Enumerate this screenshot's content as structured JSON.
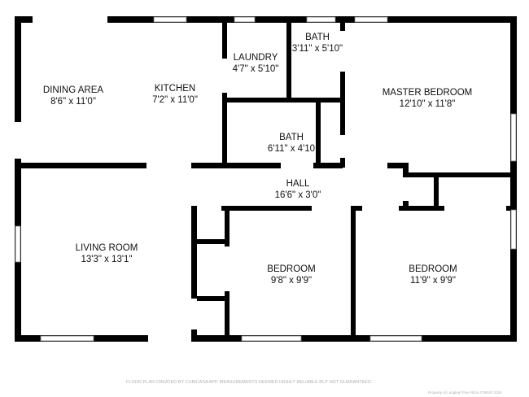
{
  "rooms": [
    {
      "name": "DINING AREA",
      "size": "8'6\" x 11'0\""
    },
    {
      "name": "KITCHEN",
      "size": "7'2\" x 11'0\""
    },
    {
      "name": "LAUNDRY",
      "size": "4'7\" x 5'10\""
    },
    {
      "name": "BATH",
      "size": "3'11\" x 5'10\""
    },
    {
      "name": "MASTER BEDROOM",
      "size": "12'10\" x 11'8\""
    },
    {
      "name": "BATH",
      "size": "6'11\" x 4'10"
    },
    {
      "name": "HALL",
      "size": "16'6\" x 3'0\""
    },
    {
      "name": "LIVING ROOM",
      "size": "13'3\" x 13'1\""
    },
    {
      "name": "BEDROOM",
      "size": "9'8\" x 9'9\""
    },
    {
      "name": "BEDROOM",
      "size": "11'9\" x 9'9\""
    }
  ],
  "footer": {
    "disclaimer": "FLOOR PLAN CREATED BY CUBICASA APP. MEASUREMENTS DEEMED HIGHLY RELIABLE BUT NOT GUARANTEED.",
    "copyright": "Property of Longleaf Pine REALTORS® 2025"
  },
  "colors": {
    "wall": "#000000",
    "window": "#ffffff",
    "text": "#111111",
    "footer_text": "#b0b0b0"
  }
}
